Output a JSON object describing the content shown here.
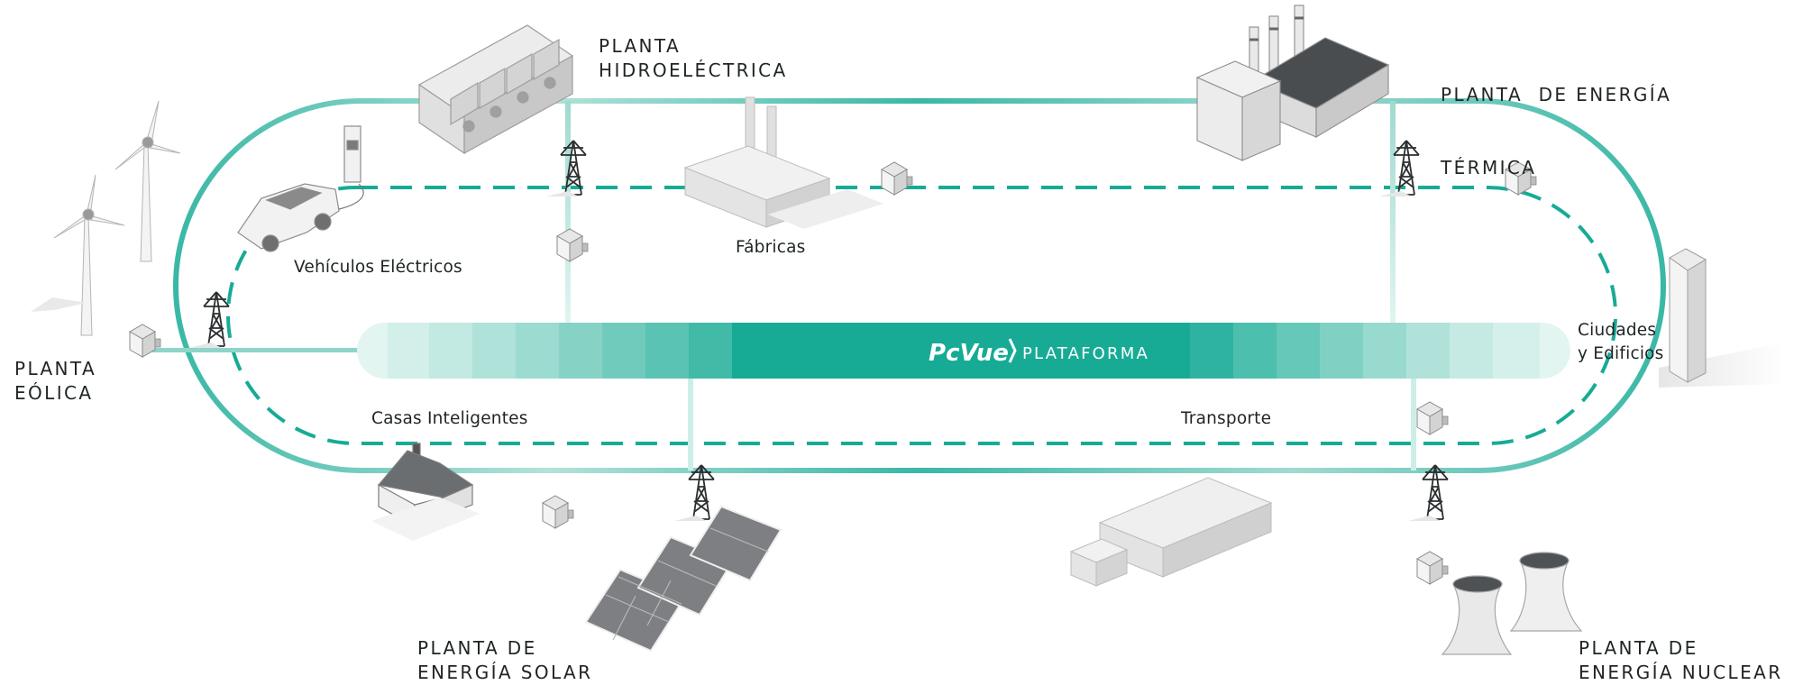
{
  "colors": {
    "accent": "#17ab96",
    "accent_light": "#cdeee8",
    "accent_pale": "#e2f5f1",
    "building_light": "#f2f2f2",
    "building_mid": "#d9d9d9",
    "building_dark": "#a9a9a9",
    "solar_panel": "#7d7f82",
    "text": "#1f2424"
  },
  "platform": {
    "brand": "PcVue",
    "label": "PLATAFORMA"
  },
  "plants": {
    "hydro": {
      "line1": "PLANTA",
      "line2": "HIDROELÉCTRICA",
      "icon": "hydroelectric-dam-icon"
    },
    "thermal": {
      "line1": "PLANTA  DE ENERGÍA",
      "line2": "TÉRMICA",
      "icon": "thermal-power-plant-icon"
    },
    "wind": {
      "line1": "PLANTA",
      "line2": "EÓLICA",
      "icon": "wind-turbine-icon"
    },
    "solar": {
      "line1": "PLANTA DE",
      "line2": "ENERGÍA SOLAR",
      "icon": "solar-panel-icon"
    },
    "nuclear": {
      "line1": "PLANTA DE",
      "line2": "ENERGÍA NUCLEAR",
      "icon": "cooling-tower-icon"
    }
  },
  "consumers": {
    "ev": {
      "label": "Vehículos Eléctricos",
      "icon": "electric-car-icon"
    },
    "factories": {
      "label": "Fábricas",
      "icon": "factory-icon"
    },
    "cities_line1": "Ciudades",
    "cities_line2": "y Edificios",
    "cities_icon": "skyscraper-icon",
    "homes": {
      "label": "Casas Inteligentes",
      "icon": "house-icon"
    },
    "transport": {
      "label": "Transporte",
      "icon": "train-station-icon"
    }
  },
  "grid_icons": {
    "pylon": "transmission-tower-icon",
    "substation": "substation-box-icon"
  }
}
